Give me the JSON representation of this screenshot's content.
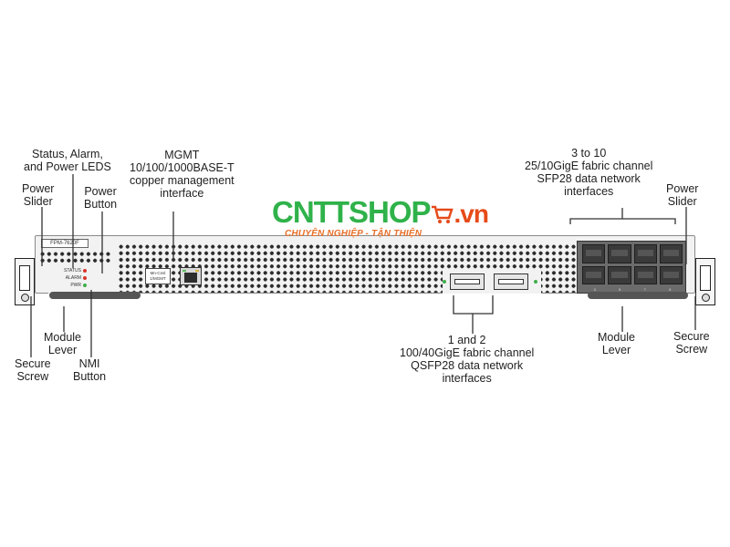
{
  "labels": {
    "status_leds": "Status, Alarm,\nand Power LEDS",
    "mgmt": "MGMT\n10/100/1000BASE-T\ncopper management\ninterface",
    "power_slider_left": "Power\nSlider",
    "power_button": "Power\nButton",
    "sfp_ports": "3 to 10\n25/10GigE fabric channel\nSFP28 data network\ninterfaces",
    "power_slider_right": "Power\nSlider",
    "module_lever_left": "Module\nLever",
    "secure_screw_left": "Secure\nScrew",
    "nmi_button": "NMI\nButton",
    "qsfp_ports": "1 and 2\n100/40GigE fabric channel\nQSFP28 data network\ninterfaces",
    "module_lever_right": "Module\nLever",
    "secure_screw_right": "Secure\nScrew"
  },
  "faceplate": {
    "model": "FPM-7620F",
    "led_status": "STATUS",
    "led_alarm": "ALARM",
    "led_power": "PWR",
    "mgmt_tag": "Mn-Cnsl\n1/MGMT",
    "sfp_numbers": [
      "3",
      "5",
      "7",
      "9"
    ]
  },
  "watermark": {
    "brand": "CNTTSHOP",
    "tld": ".vn",
    "tagline": "CHUYÊN NGHIỆP - TẬN THIỆN"
  },
  "colors": {
    "led_red": "#d9342b",
    "led_green": "#3fae49",
    "brand_green": "#2fb24a",
    "brand_orange": "#e64a19"
  }
}
